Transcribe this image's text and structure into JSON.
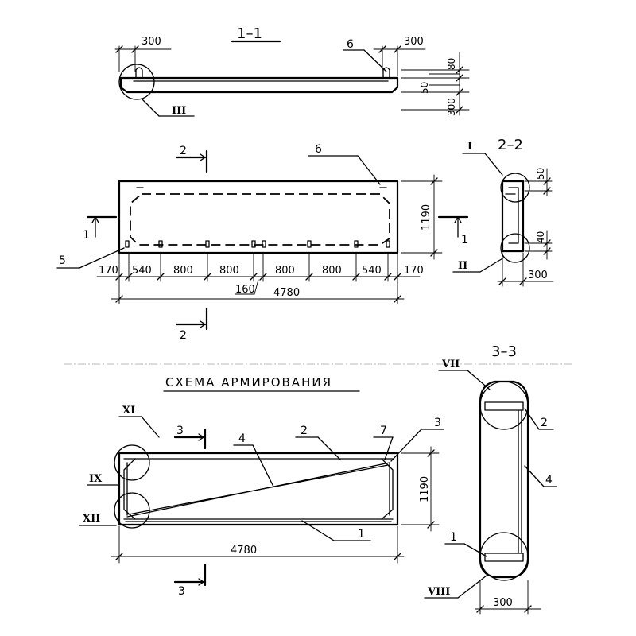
{
  "section_1_1": {
    "title": "1–1",
    "dims": {
      "left_top": "300",
      "right_top": "300",
      "h80": "80",
      "h50": "50",
      "h300": "300"
    },
    "pos_6": "6",
    "node_III": "III"
  },
  "plan": {
    "section_mark_2": "2",
    "section_mark_2b": "2",
    "section_mark_1": "1",
    "section_mark_1b": "1",
    "pos_6": "6",
    "pos_5": "5",
    "height_dim": "1190",
    "chain_dims": [
      "170",
      "540",
      "800",
      "800",
      "800",
      "800",
      "540",
      "170"
    ],
    "gap_dim": "160",
    "total_dim": "4780"
  },
  "section_2_2": {
    "title": "2–2",
    "node_I": "I",
    "node_II": "II",
    "d50": "50",
    "d40": "40",
    "d300": "300"
  },
  "scheme": {
    "title": "СХЕМА АРМИРОВАНИЯ",
    "node_XI": "XI",
    "node_IX": "IX",
    "node_XII": "XII",
    "section_mark_3": "3",
    "section_mark_3b": "3",
    "pos_4": "4",
    "pos_2": "2",
    "pos_7": "7",
    "pos_3": "3",
    "pos_1": "1",
    "height_dim": "1190",
    "total_dim": "4780"
  },
  "section_3_3": {
    "title": "3–3",
    "node_VII": "VII",
    "node_VIII": "VIII",
    "pos_2": "2",
    "pos_4": "4",
    "pos_1": "1",
    "d300": "300"
  }
}
